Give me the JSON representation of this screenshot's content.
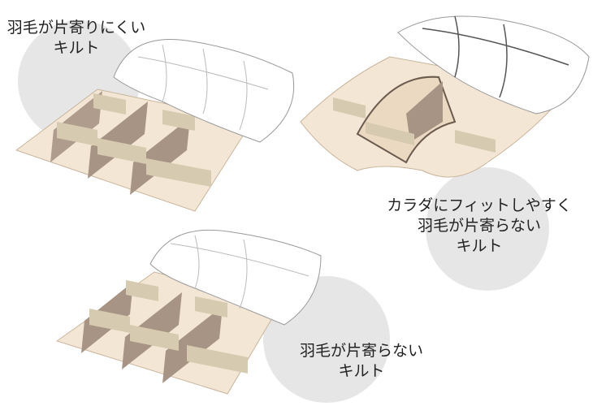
{
  "captions": {
    "quilt_1": {
      "line1": "羽毛が片寄りにくい",
      "line2": "キルト"
    },
    "quilt_2": {
      "line1": "カラダにフィットしやすく",
      "line2": "羽毛が片寄らない",
      "line3": "キルト"
    },
    "quilt_3": {
      "line1": "羽毛が片寄らない",
      "line2": "キルト"
    }
  },
  "colors": {
    "circle": "#e6e6e6",
    "base": "#f3e6d4",
    "partition": "#a89484",
    "partition_light": "#d6cbb0",
    "cushion": "#ffffff",
    "outline": "#6b5a4e"
  }
}
